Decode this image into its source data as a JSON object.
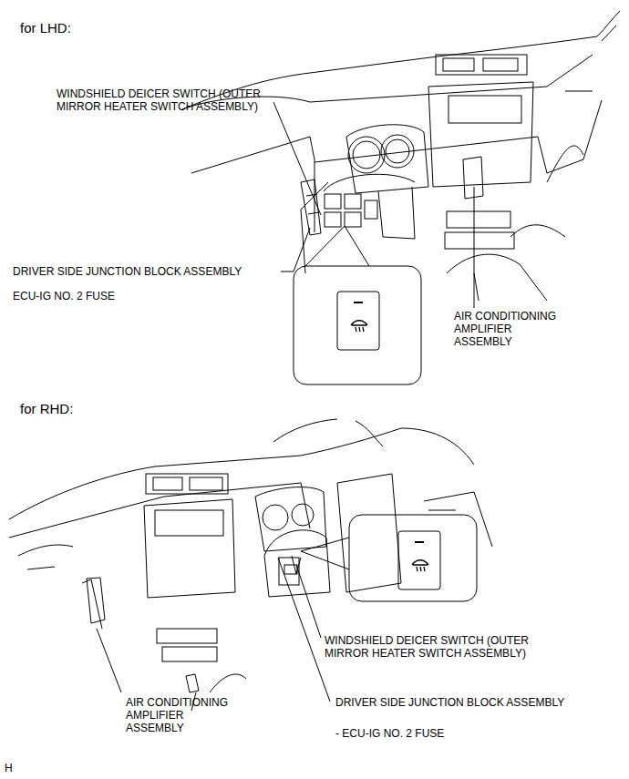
{
  "diagram": {
    "labels": [
      "for LHD:",
      "WINDSHIELD DEICER SWITCH (OUTER MIRROR HEATER SWITCH ASSEMBLY)",
      "DRIVER SIDE JUNCTION BLOCK ASSEMBLY",
      "ECU-IG NO. 2 FUSE",
      "AIR CONDITIONING AMPLIFIER ASSEMBLY",
      "for RHD:",
      "WINDSHIELD DEICER SWITCH (OUTER MIRROR HEATER SWITCH ASSEMBLY)",
      "AIR CONDITIONING AMPLIFIER ASSEMBLY",
      "DRIVER SIDE JUNCTION BLOCK ASSEMBLY",
      "- ECU-IG NO. 2 FUSE",
      "H"
    ]
  }
}
